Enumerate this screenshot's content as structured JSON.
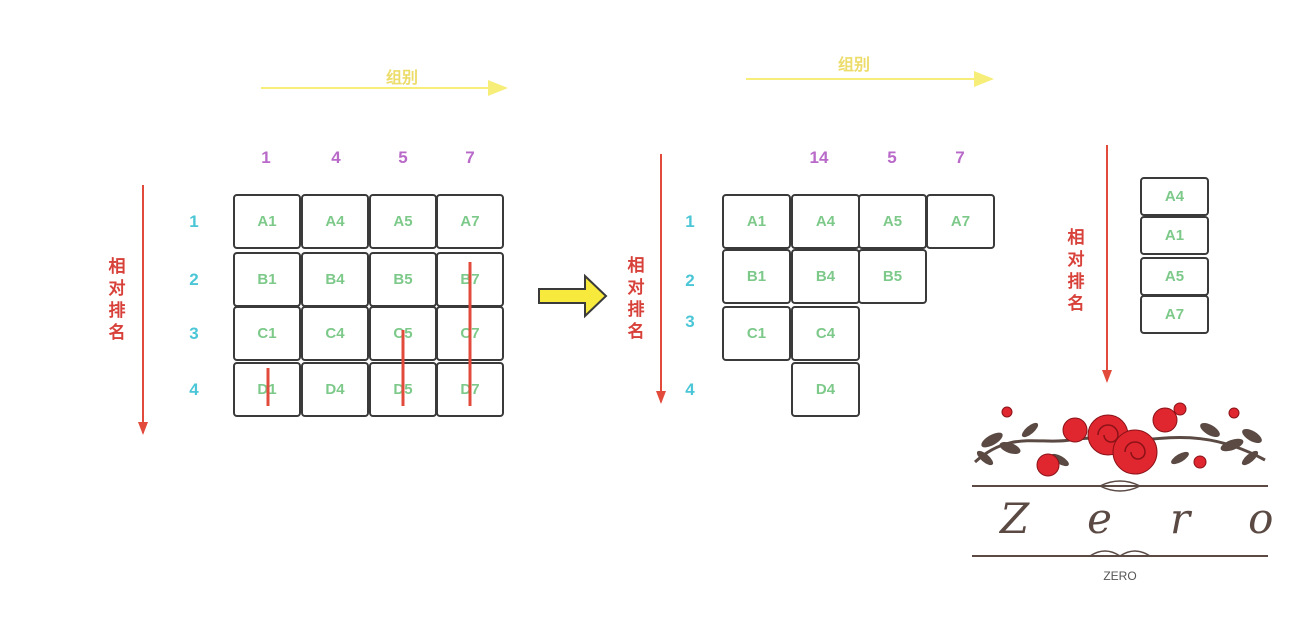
{
  "colors": {
    "arrow_red": "#e24b3c",
    "arrow_yellow": "#f7ee7a",
    "group_text": "#ecdc6a",
    "colnum": "#b96ac9",
    "rownum": "#4ac6d6",
    "cell_text": "#7dc98a",
    "label_red": "#d8403a"
  },
  "left": {
    "group_label": "组别",
    "rank_label": [
      "相",
      "对",
      "排",
      "名"
    ],
    "col_headers": [
      "1",
      "4",
      "5",
      "7"
    ],
    "row_headers": [
      "1",
      "2",
      "3",
      "4"
    ],
    "cells": [
      [
        "A1",
        "A4",
        "A5",
        "A7"
      ],
      [
        "B1",
        "B4",
        "B5",
        "B7"
      ],
      [
        "C1",
        "C4",
        "C5",
        "C7"
      ],
      [
        "D1",
        "D4",
        "D5",
        "D7"
      ]
    ]
  },
  "transition_arrow": "right-arrow-icon",
  "middle": {
    "group_label": "组别",
    "rank_label": [
      "相",
      "对",
      "排",
      "名"
    ],
    "col_headers": [
      "14",
      "5",
      "7"
    ],
    "row_headers": [
      "1",
      "2",
      "3",
      "4"
    ],
    "cells": [
      [
        "A1",
        "A4",
        "A5",
        "A7"
      ],
      [
        "B1",
        "B4",
        "B5"
      ],
      [
        "C1",
        "C4"
      ],
      [
        "D4"
      ]
    ]
  },
  "right": {
    "rank_label": [
      "相",
      "对",
      "排",
      "名"
    ],
    "stack": [
      "A4",
      "A1",
      "A5",
      "A7"
    ]
  },
  "logo": {
    "wordmark": "Zero",
    "caption": "ZERO"
  }
}
